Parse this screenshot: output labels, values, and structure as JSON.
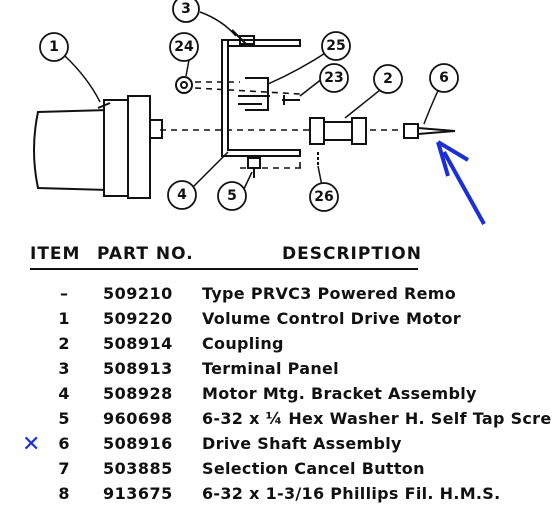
{
  "diagram": {
    "callouts": [
      {
        "label": "1"
      },
      {
        "label": "3"
      },
      {
        "label": "24"
      },
      {
        "label": "25"
      },
      {
        "label": "23"
      },
      {
        "label": "2"
      },
      {
        "label": "6"
      },
      {
        "label": "4"
      },
      {
        "label": "5"
      },
      {
        "label": "26"
      }
    ],
    "arrow_color": "#1a2fd8"
  },
  "table": {
    "headers": {
      "item": "ITEM",
      "part": "PART NO.",
      "desc": "DESCRIPTION"
    },
    "rows": [
      {
        "item": "–",
        "part": "509210",
        "desc": "Type PRVC3 Powered Remo"
      },
      {
        "item": "1",
        "part": "509220",
        "desc": "Volume Control Drive Motor"
      },
      {
        "item": "2",
        "part": "508914",
        "desc": "Coupling"
      },
      {
        "item": "3",
        "part": "508913",
        "desc": "Terminal Panel"
      },
      {
        "item": "4",
        "part": "508928",
        "desc": "Motor Mtg. Bracket Assembly"
      },
      {
        "item": "5",
        "part": "960698",
        "desc": "6-32 x ¼ Hex Washer H. Self Tap Scre"
      },
      {
        "item": "6",
        "part": "508916",
        "desc": "Drive Shaft Assembly"
      },
      {
        "item": "7",
        "part": "503885",
        "desc": "Selection Cancel Button"
      },
      {
        "item": "8",
        "part": "913675",
        "desc": "6-32 x 1-3/16 Phillips Fil. H.M.S."
      }
    ],
    "selected_mark": "✕",
    "selected_mark_color": "#1a2fd8"
  }
}
